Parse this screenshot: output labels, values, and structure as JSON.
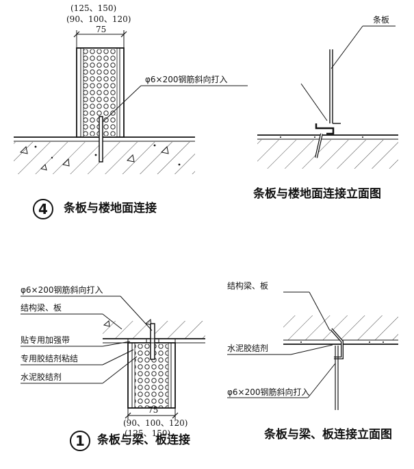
{
  "top_left": {
    "dim_line1": "(125、150)",
    "dim_line2": "(90、100、120)",
    "dim_main": "75",
    "callout": "φ6×200钢筋斜向打入",
    "number": "4",
    "caption": "条板与楼地面连接"
  },
  "top_right": {
    "panel_label": "条板",
    "caption": "条板与楼地面连接立面图"
  },
  "bottom_left": {
    "callout_rebar": "φ6×200钢筋斜向打入",
    "callout_beam": "结构梁、板",
    "callout_tape": "贴专用加强带",
    "callout_glue": "专用胶结剂粘结",
    "callout_cement": "水泥胶结剂",
    "dim_main": "75",
    "dim_line2": "(90、100、120)",
    "dim_line3": "(125、150)",
    "number": "1",
    "caption": "条板与梁、板连接"
  },
  "bottom_right": {
    "callout_beam": "结构梁、板",
    "callout_cement": "水泥胶结剂",
    "callout_rebar": "φ6×200钢筋斜向打入",
    "caption": "条板与梁、板连接立面图"
  }
}
